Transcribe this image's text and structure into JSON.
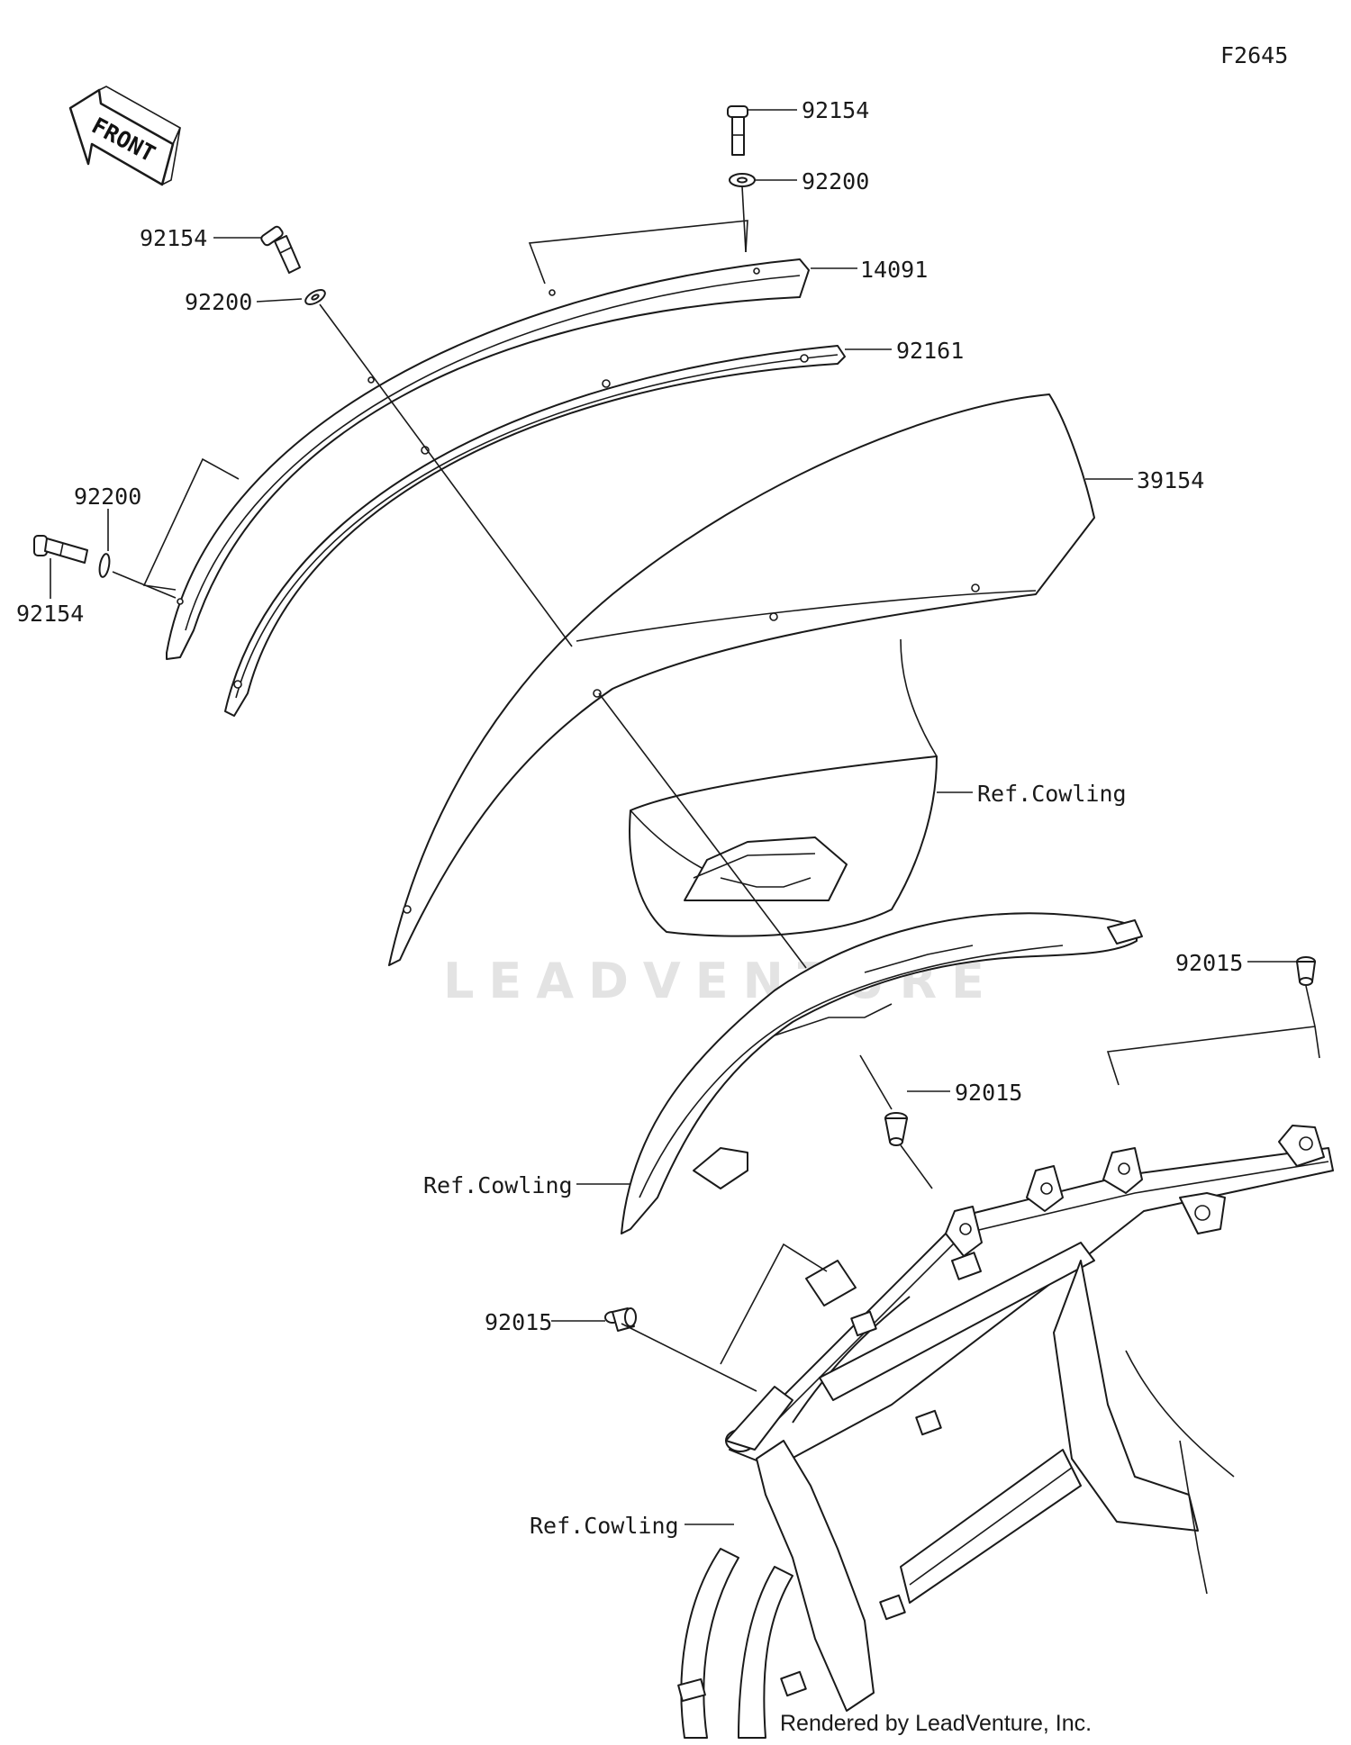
{
  "figure_code": "F2645",
  "front_label": "FRONT",
  "watermark": "LEADVENTURE",
  "credit": "Rendered by LeadVenture, Inc.",
  "callouts": [
    {
      "id": "bolt-top",
      "label": "92154"
    },
    {
      "id": "washer-top",
      "label": "92200"
    },
    {
      "id": "bolt-left-upper",
      "label": "92154"
    },
    {
      "id": "washer-left-upper",
      "label": "92200"
    },
    {
      "id": "washer-left-lower",
      "label": "92200"
    },
    {
      "id": "bolt-left-lower",
      "label": "92154"
    },
    {
      "id": "cover-14091",
      "label": "14091"
    },
    {
      "id": "seal-92161",
      "label": "92161"
    },
    {
      "id": "windshield-39154",
      "label": "39154"
    },
    {
      "id": "cowling-upper",
      "label": "Ref.Cowling"
    },
    {
      "id": "grommet-right",
      "label": "92015"
    },
    {
      "id": "grommet-middle",
      "label": "92015"
    },
    {
      "id": "cowling-middle",
      "label": "Ref.Cowling"
    },
    {
      "id": "grommet-left",
      "label": "92015"
    },
    {
      "id": "cowling-bottom",
      "label": "Ref.Cowling"
    }
  ]
}
